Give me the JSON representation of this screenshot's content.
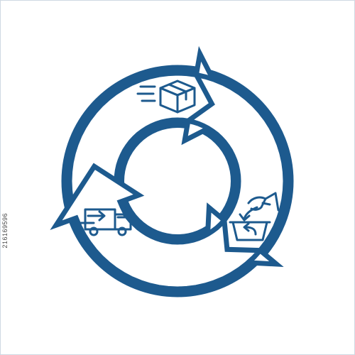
{
  "diagram": {
    "colors": {
      "stroke": "#1d5a8e",
      "fill": "#ffffff"
    },
    "stages": [
      {
        "name": "shipping",
        "icon": "fast-delivery-box-icon"
      },
      {
        "name": "return",
        "icon": "hand-return-basket-icon"
      },
      {
        "name": "delivery",
        "icon": "delivery-truck-icon"
      }
    ]
  },
  "stock_id": "216169596"
}
